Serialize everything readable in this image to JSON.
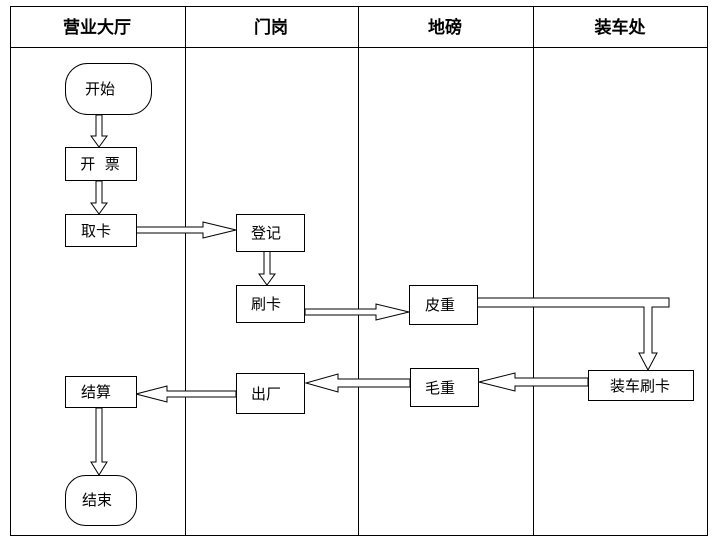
{
  "lanes": [
    "营业大厅",
    "门岗",
    "地磅",
    "装车处"
  ],
  "nodes": {
    "start": "开始",
    "invoice": "开  票",
    "take_card": "取卡",
    "register": "登记",
    "swipe_card": "刷卡",
    "tare_weight": "皮重",
    "load_swipe": "装车刷卡",
    "gross_weight": "毛重",
    "exit_plant": "出厂",
    "settlement": "结算",
    "end": "结束"
  }
}
